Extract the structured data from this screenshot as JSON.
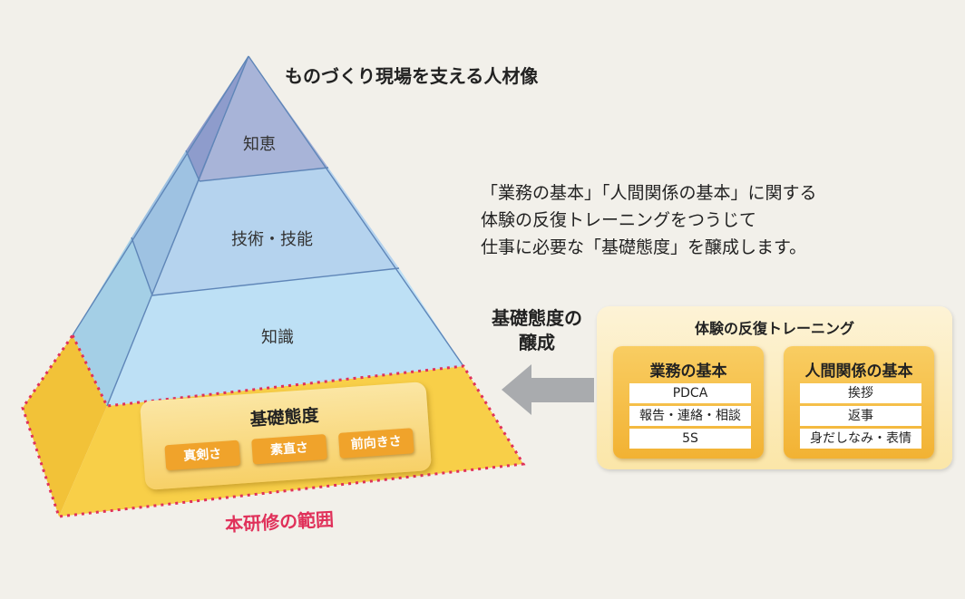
{
  "pyramid": {
    "title": "ものづくり現場を支える人材像",
    "levels": [
      "知恵",
      "技術・技能",
      "知識"
    ],
    "foundation": {
      "title": "基礎態度",
      "items": [
        "真剣さ",
        "素直さ",
        "前向きさ"
      ]
    },
    "scope_label": "本研修の範囲"
  },
  "intro": {
    "lines": [
      "「業務の基本」「人間関係の基本」に関する",
      "体験の反復トレーニングをつうじて",
      "仕事に必要な「基礎態度」を醸成します。"
    ]
  },
  "arrow_caption": {
    "lines": [
      "基礎態度の",
      "醸成"
    ]
  },
  "training": {
    "title": "体験の反復トレーニング",
    "categories": [
      {
        "title": "業務の基本",
        "items": [
          "PDCA",
          "報告・連絡・相談",
          "5S"
        ]
      },
      {
        "title": "人間関係の基本",
        "items": [
          "挨拶",
          "返事",
          "身だしなみ・表情"
        ]
      }
    ]
  },
  "colors": {
    "background": "#f2f0ea",
    "top_level": "#a8b4d8",
    "middle_level": "#b5d3ee",
    "lower_level": "#bde0f5",
    "foundation": "#f7c842",
    "scope_border": "#e0315a",
    "chip": "#f0a32b",
    "arrow": "#a9abae"
  }
}
